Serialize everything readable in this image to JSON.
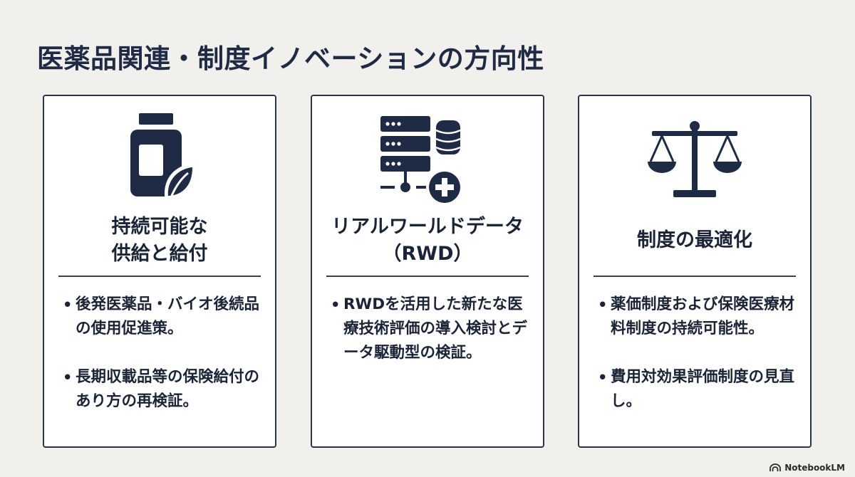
{
  "slide": {
    "title": "医薬品関連・制度イノベーションの方向性"
  },
  "cards": [
    {
      "icon": "medicine-bottle-leaf-icon",
      "title_lines": [
        "持続可能な",
        "供給と給付"
      ],
      "bullets": [
        "後発医薬品・バイオ後続品の使用促進策。",
        "長期収載品等の保険給付のあり方の再検証。"
      ]
    },
    {
      "icon": "server-database-plus-icon",
      "title_lines": [
        "リアルワールドデータ",
        "（RWD）"
      ],
      "bullets": [
        "RWDを活用した新たな医療技術評価の導入検討とデータ駆動型の検証。"
      ]
    },
    {
      "icon": "balance-scale-icon",
      "title_lines": [
        "制度の最適化"
      ],
      "bullets": [
        "薬価制度および保険医療材料制度の持続可能性。",
        "費用対効果評価制度の見直し。"
      ]
    }
  ],
  "brand": {
    "label": "NotebookLM",
    "icon": "notebooklm-logo-icon"
  },
  "colors": {
    "background": "#f1f0ec",
    "navy": "#1f2a44",
    "card_border": "#2c3447",
    "card_background": "#ffffff"
  }
}
